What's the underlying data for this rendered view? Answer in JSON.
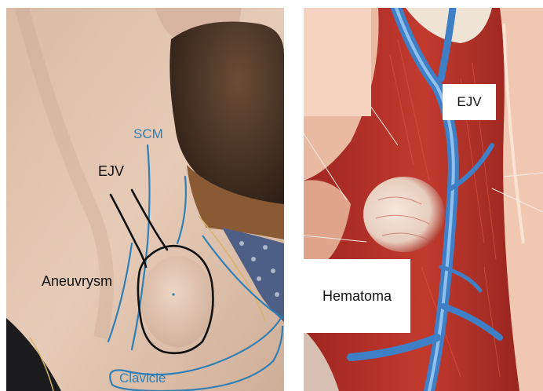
{
  "left_photo": {
    "labels": {
      "scm": "SCM",
      "ejv": "EJV",
      "aneurysm": "Aneuvrysm",
      "clavicle": "Clavicle"
    },
    "colors": {
      "annotation_blue": "#2f7fb5",
      "ink": "#111111",
      "skin": "#e3c6b2",
      "hair": "#4a3526"
    }
  },
  "right_illustration": {
    "labels": {
      "ejv": "EJV",
      "hematoma": "Hematoma"
    },
    "colors": {
      "vein_blue": "#3f7fc6",
      "muscle_red": "#b8302a",
      "hematoma_pale": "#efe0d4"
    }
  }
}
